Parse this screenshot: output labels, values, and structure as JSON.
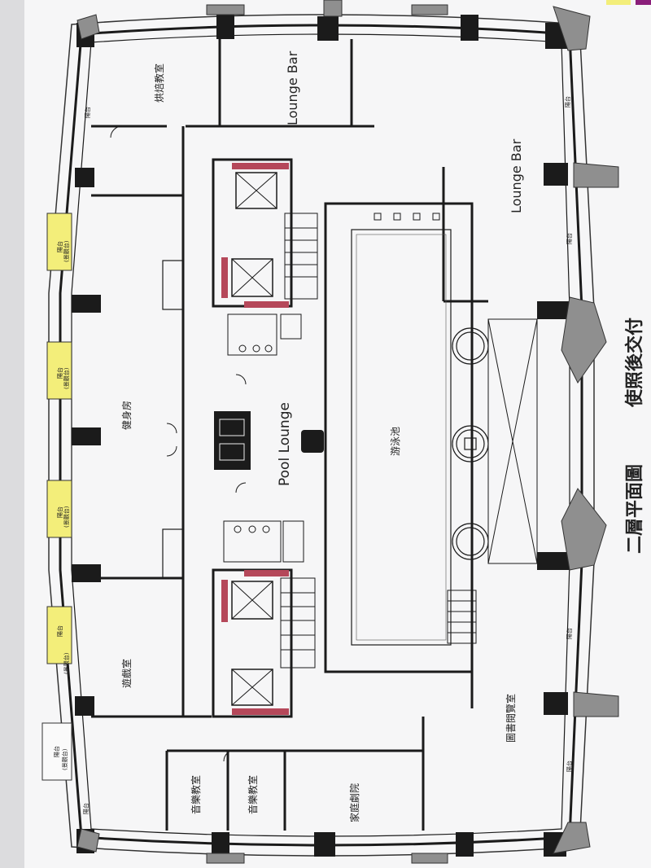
{
  "title": "二層平面圖",
  "subtitle": "使照後交付",
  "rooms": {
    "lounge_bar_top": "Lounge Bar",
    "lounge_bar_right": "Lounge Bar",
    "pool_lounge": "Pool Lounge",
    "pool": "游泳池",
    "gym": "健身房",
    "game_room": "遊戲室",
    "library": "圖書閱覽室",
    "family_theater": "家庭劇院",
    "music_room_1": "音樂教室",
    "music_room_2": "音樂教室",
    "crafts_room": "烘焙教室"
  },
  "balcony": "陽台",
  "balcony_note": "(景觀台)",
  "colors": {
    "wall": "#1b1b1b",
    "elevator_hatch": "#b5485a",
    "yellow_zone": "#f3ee7a",
    "gray_column": "#8f8f8f"
  }
}
